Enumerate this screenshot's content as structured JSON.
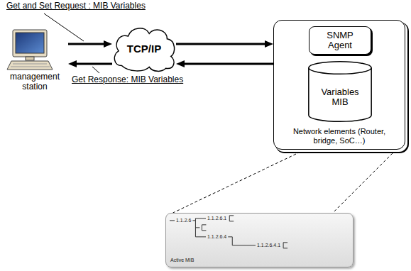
{
  "diagram": {
    "nodes": [
      {
        "text": [
          "management station"
        ]
      },
      {
        "text": [
          "TCP/IP"
        ]
      },
      {
        "text": [
          "Network elements (Router, bridge, SoC…)"
        ]
      },
      {
        "text": [
          "SNMP Agent"
        ],
        "in": 2
      },
      {
        "text": [
          "Variables MIB"
        ],
        "in": 2
      },
      {
        "text": [
          "1.1.2.6",
          "1.1.2.6.1",
          "1.1.2.6.4",
          "1.1.2.6.4.1",
          "Active MIB"
        ]
      }
    ],
    "edges": [
      {
        "from": 0,
        "to": 1,
        "arrow": "to"
      },
      {
        "from": 1,
        "to": 2,
        "arrow": "to"
      },
      {
        "from": 1,
        "to": 0,
        "arrow": "to"
      },
      {
        "from": 2,
        "to": 1,
        "arrow": "to"
      },
      {
        "from": 2,
        "to": 5,
        "arrow": "none"
      },
      {
        "from": 2,
        "to": 5,
        "arrow": "none"
      }
    ],
    "labels": [
      "Get and Set Request : MIB Variables",
      "Get Response: MIB Variables"
    ]
  }
}
